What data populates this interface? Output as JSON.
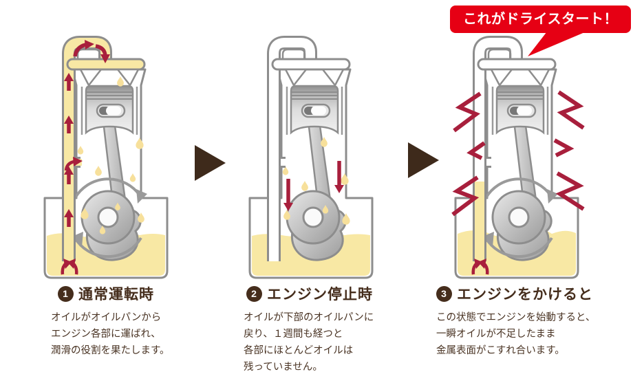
{
  "callout": {
    "label": "これがドライスタート！"
  },
  "panels": [
    {
      "number": "1",
      "title": "通常運転時",
      "description": [
        "オイルがオイルパンから",
        "エンジン各部に運ばれ、",
        "潤滑の役割を果たします。"
      ]
    },
    {
      "number": "2",
      "title": "エンジン停止時",
      "description": [
        "オイルが下部のオイルパンに",
        "戻り、１週間も経つと",
        "各部にほとんどオイルは",
        "残っていません。"
      ]
    },
    {
      "number": "3",
      "title": "エンジンをかけると",
      "description": [
        "この状態でエンジンを始動すると、",
        "一瞬オイルが不足したまま",
        "金属表面がこすれ合います。"
      ]
    }
  ],
  "colors": {
    "oil": "#F8E8A4",
    "droplet": "#F7E09B",
    "outline": "#8D8D8D",
    "arrow_red": "#A81F3C",
    "callout_red": "#E60014",
    "text_brown": "#452D1C",
    "step_arrow_brown": "#3E2A1B"
  }
}
